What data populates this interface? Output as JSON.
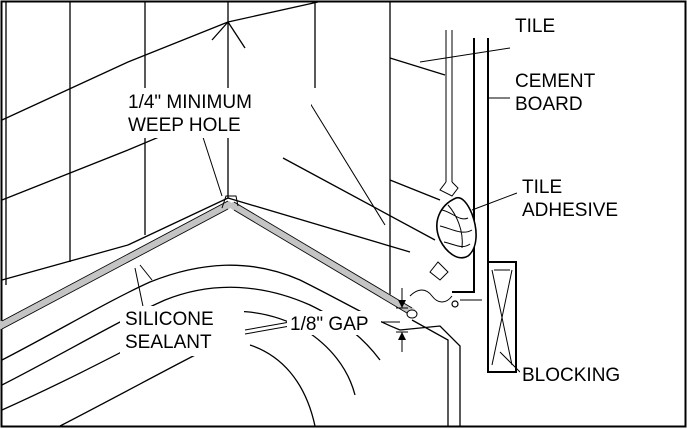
{
  "labels": {
    "tile": "TILE",
    "cement_board_1": "CEMENT",
    "cement_board_2": "BOARD",
    "weep_hole_1": "1/4\" MINIMUM",
    "weep_hole_2": "WEEP HOLE",
    "tile_adhesive_1": "TILE",
    "tile_adhesive_2": "ADHESIVE",
    "silicone_sealant_1": "SILICONE",
    "silicone_sealant_2": "SEALANT",
    "gap": "1/8\" GAP",
    "blocking": "BLOCKING"
  },
  "colors": {
    "sealant": "#c4c4c4",
    "line": "#000000",
    "background": "#ffffff"
  }
}
